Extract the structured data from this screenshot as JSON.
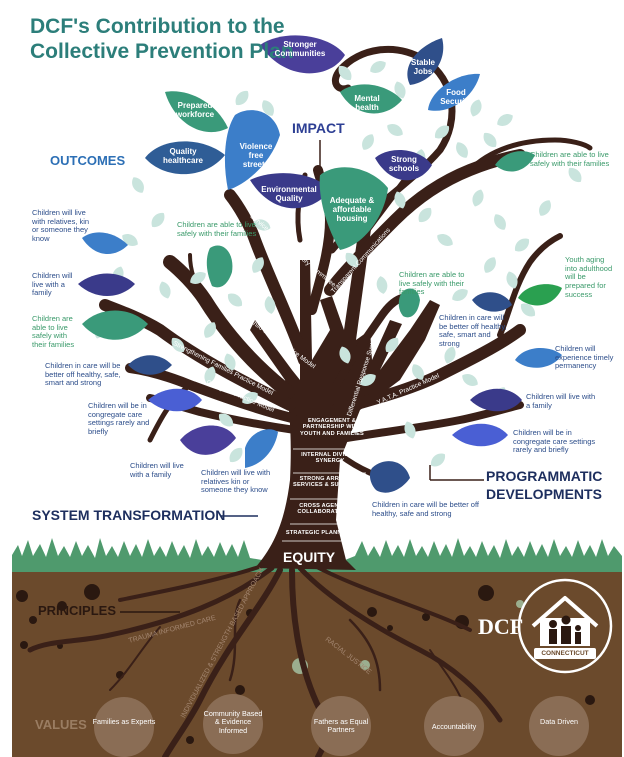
{
  "title": {
    "line1": "DCF's Contribution to the",
    "line2": "Collective Prevention Plan"
  },
  "sections": {
    "outcomes": "OUTCOMES",
    "impact": "IMPACT",
    "programmatic": [
      "PROGRAMMATIC",
      "DEVELOPMENTS"
    ],
    "system": "SYSTEM TRANSFORMATION",
    "principles": "PRINCIPLES",
    "values": "VALUES",
    "equity": "EQUITY"
  },
  "impact_leaves": {
    "stronger_communities": "Stronger Communities",
    "stable_jobs": "Stable Jobs",
    "food_security": "Food Security",
    "mental_health": "Mental health access",
    "prepared_workforce": "Prepared workforce",
    "quality_healthcare": "Quality healthcare",
    "violence_free": "Violence free streets",
    "environmental": "Environmental Quality",
    "adequate_housing": "Adequate & affordable housing",
    "strong_schools": "Strong schools"
  },
  "outcomes": {
    "o1": "Children will live with relatives, kin or someone they know",
    "o2": "Children will live with a family",
    "o3": "Children are able to live safely with their families",
    "o4": "Children in care will be better off healthy, safe, smart and strong",
    "o5": "Children will be in congregate care settings rarely and briefly",
    "o6": "Children will live with a family",
    "o7": "Children will live with relatives kin or someone they know",
    "o8": "Children are able to live safely with their families",
    "o9": "Children are able to live safely with their families",
    "o10": "Children are able to live safely with their families",
    "o11": "Children in care will be better off healthy, safe, smart and strong",
    "o12": "Youth aging into adulthood will be prepared for success",
    "o13": "Children will experience timely permanency",
    "o14": "Children will live with a family",
    "o15": "Children will be in congregate care settings rarely and briefly",
    "o16": "Children in care will be better off healthy, safe and strong"
  },
  "branches": {
    "b1": "Service Outcome Advisory Committee",
    "b2": "Transparent Communications",
    "b3": "Children's Behavioral Health Plan",
    "b4": "ABCD Child Safety Practice Model",
    "b5": "Strengthening Families Practice Model",
    "b6": "Caregiver Practice Model",
    "b7": "Differential Response System",
    "b8": "Y.A.T.A. Practice Model",
    "b9": "QRI"
  },
  "trunk_items": [
    "ENGAGEMENT & PARTNERSHIP WITH YOUTH AND FAMILIES",
    "INTERNAL DIVISION SYNERGY",
    "STRONG ARRAY OF SERVICES & SUPPORTS",
    "CROSS AGENCY COLLABORATION",
    "STRATEGIC PLANNING"
  ],
  "principles": {
    "p1": "TRAUMA INFORMED CARE",
    "p2": "INDIVIDUALIZED & STRENGTH BASED APPROACH",
    "p3": "RACIAL JUSTICE"
  },
  "values": [
    "Families as Experts",
    "Community Based & Evidence Informed",
    "Fathers as Equal Partners",
    "Accountability",
    "Data Driven"
  ],
  "logo": {
    "text": "DCF",
    "state": "CONNECTICUT"
  },
  "colors": {
    "teal": "#2c7e7a",
    "trunk": "#3a2018",
    "soil": "#6b4a2c",
    "grass": "#4f9a6d",
    "navy": "#1d2e5e",
    "leaf_green": "#3a9a7a",
    "leaf_blue": "#3c7ec9",
    "leaf_purple": "#4a3f9a",
    "leaf_pale": "#c9e4dd"
  }
}
